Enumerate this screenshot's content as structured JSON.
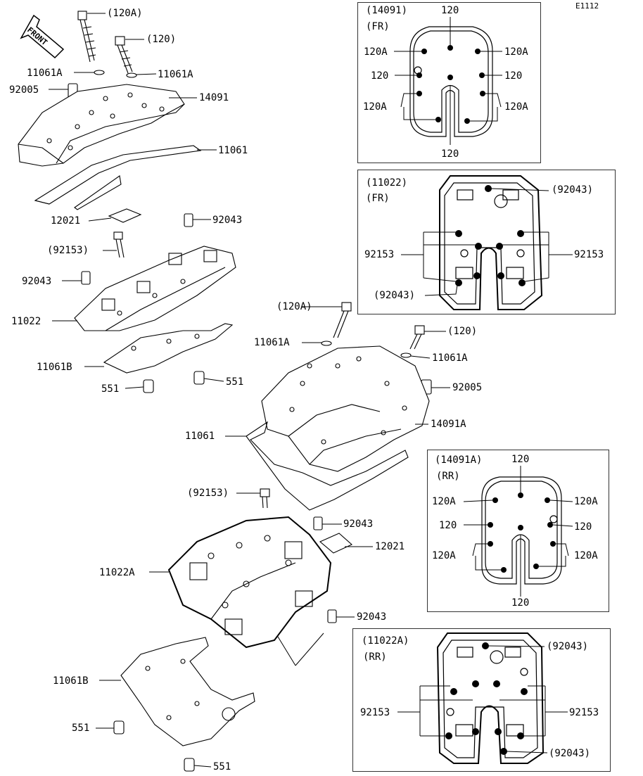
{
  "diagram_code": "E1112",
  "front_arrow_text": "FRONT",
  "callouts": {
    "top_bolt_a": "(120A)",
    "top_bolt": "(120)",
    "washer_left": "11061A",
    "washer_right": "11061A",
    "collar_left": "92005",
    "cover_front": "14091",
    "gasket_front": "11061",
    "plate_front": "12021",
    "dowel_front_top": "92043",
    "bolt_front": "(92153)",
    "dowel_front_left": "92043",
    "head_front": "11022",
    "gasket_b_front": "11061B",
    "plug_front_a": "551",
    "plug_front_b": "551",
    "rear_bolt_a": "(120A)",
    "rear_bolt": "(120)",
    "rear_washer_left": "11061A",
    "rear_washer_right": "11061A",
    "rear_collar": "92005",
    "rear_gasket": "11061",
    "rear_cover": "14091A",
    "bolt_rear": "(92153)",
    "dowel_rear_top": "92043",
    "head_rear": "11022A",
    "plate_rear": "12021",
    "dowel_rear_low": "92043",
    "gasket_b_rear": "11061B",
    "plug_rear_a": "551",
    "plug_rear_b": "551"
  },
  "inset_14091_fr": {
    "title_code": "(14091)",
    "title_pos": "(FR)",
    "top": "120",
    "left_a": "120A",
    "right_a": "120A",
    "left_mid": "120",
    "right_mid": "120",
    "left_low_a": "120A",
    "right_low_a": "120A",
    "bottom": "120"
  },
  "inset_11022_fr": {
    "title_code": "(11022)",
    "title_pos": "(FR)",
    "top_dowel": "(92043)",
    "left_bolt": "92153",
    "right_bolt": "92153",
    "bottom_dowel": "(92043)"
  },
  "inset_14091a_rr": {
    "title_code": "(14091A)",
    "title_pos": "(RR)",
    "top": "120",
    "left_a": "120A",
    "right_a": "120A",
    "left_mid": "120",
    "right_mid": "120",
    "left_low_a": "120A",
    "right_low_a": "120A",
    "bottom": "120"
  },
  "inset_11022a_rr": {
    "title_code": "(11022A)",
    "title_pos": "(RR)",
    "top_dowel": "(92043)",
    "left_bolt": "92153",
    "right_bolt": "92153",
    "bottom_dowel": "(92043)"
  }
}
